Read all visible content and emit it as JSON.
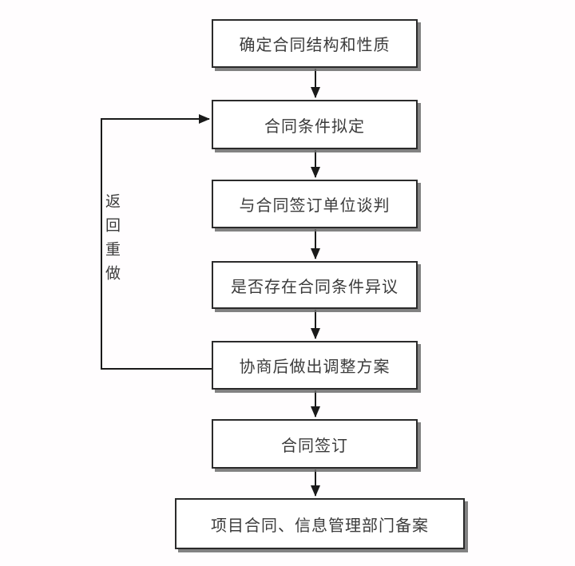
{
  "diagram": {
    "type": "flowchart",
    "language": "zh-CN",
    "nodes": [
      {
        "id": "determine-structure",
        "label": "确定合同结构和性质"
      },
      {
        "id": "draft-conditions",
        "label": "合同条件拟定"
      },
      {
        "id": "negotiate-unit",
        "label": "与合同签订单位谈判"
      },
      {
        "id": "objection-check",
        "label": "是否存在合同条件异议"
      },
      {
        "id": "adjustment-plan",
        "label": "协商后做出调整方案"
      },
      {
        "id": "contract-signing",
        "label": "合同签订"
      },
      {
        "id": "filing",
        "label": "项目合同、信息管理部门备案"
      }
    ],
    "edges": [
      {
        "from": "determine-structure",
        "to": "draft-conditions"
      },
      {
        "from": "draft-conditions",
        "to": "negotiate-unit"
      },
      {
        "from": "negotiate-unit",
        "to": "objection-check"
      },
      {
        "from": "objection-check",
        "to": "adjustment-plan"
      },
      {
        "from": "adjustment-plan",
        "to": "contract-signing"
      },
      {
        "from": "contract-signing",
        "to": "filing"
      },
      {
        "from": "adjustment-plan",
        "to": "draft-conditions",
        "label": "返回重做",
        "style": "feedback-loop-left"
      }
    ],
    "loop_label": "返回重做",
    "colors": {
      "background": "#fffdfe",
      "box_fill": "#ffffff",
      "box_border": "#2b2b2b",
      "box_shadow": "#6c6c6c",
      "arrow": "#1a1a1a",
      "text": "#3b3b3b"
    }
  }
}
